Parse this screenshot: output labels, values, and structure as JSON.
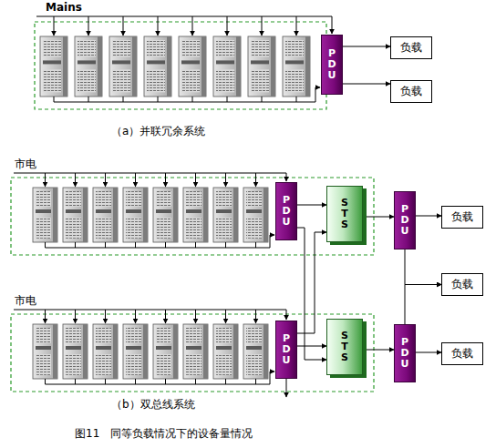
{
  "diagram": {
    "caption": "图11　同等负载情况下的设备量情况",
    "nodes": [
      {
        "text": [
          "PDU"
        ]
      },
      {
        "text": [
          "负载"
        ]
      },
      {
        "text": [
          "负载"
        ]
      },
      {
        "text": [
          "PDU"
        ]
      },
      {
        "text": [
          "STS"
        ]
      },
      {
        "text": [
          "PDU"
        ]
      },
      {
        "text": [
          "负载"
        ]
      },
      {
        "text": [
          "负载"
        ]
      },
      {
        "text": [
          "PDU"
        ]
      },
      {
        "text": [
          "STS"
        ]
      },
      {
        "text": [
          "PDU"
        ]
      },
      {
        "text": [
          "负载"
        ]
      }
    ],
    "edges": [
      {
        "from": 0,
        "to": 1,
        "arrow": "to"
      },
      {
        "from": 0,
        "to": 2,
        "arrow": "to"
      },
      {
        "from": 3,
        "to": 4,
        "arrow": "to"
      },
      {
        "from": 3,
        "to": 9,
        "arrow": "to"
      },
      {
        "from": 4,
        "to": 5,
        "arrow": "to"
      },
      {
        "from": 5,
        "to": 6,
        "arrow": "to"
      },
      {
        "from": 5,
        "to": 7,
        "arrow": "to"
      },
      {
        "from": 8,
        "to": 9,
        "arrow": "to"
      },
      {
        "from": 8,
        "to": 4,
        "arrow": "to"
      },
      {
        "from": 9,
        "to": 10,
        "arrow": "to"
      },
      {
        "from": 10,
        "to": 11,
        "arrow": "to"
      },
      {
        "from": 10,
        "to": 7,
        "arrow": "to"
      }
    ],
    "labels": [
      "Mains",
      "（a）并联冗余系统",
      "市电",
      "（b）双总线系统",
      "市电"
    ]
  }
}
